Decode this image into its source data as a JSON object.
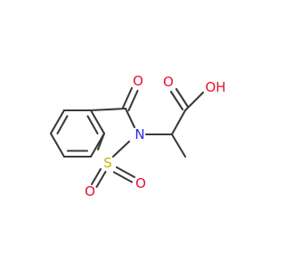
{
  "colors": {
    "bond": "#3a3a3a",
    "carbon": "#3a3a3a",
    "oxygen": "#e8102a",
    "nitrogen": "#2828e0",
    "sulfur": "#c8b400",
    "background": "#ffffff"
  },
  "atoms": {
    "keto_oxygen": {
      "symbol": "O",
      "element": "oxygen"
    },
    "nitrogen": {
      "symbol": "N",
      "element": "nitrogen"
    },
    "sulfur": {
      "symbol": "S",
      "element": "sulfur"
    },
    "sulfonyl_oxygen_1": {
      "symbol": "O",
      "element": "oxygen"
    },
    "sulfonyl_oxygen_2": {
      "symbol": "O",
      "element": "oxygen"
    },
    "carbonyl_oxygen": {
      "symbol": "O",
      "element": "oxygen"
    },
    "hydroxyl_group": {
      "symbol": "OH",
      "element": "oxygen"
    }
  }
}
